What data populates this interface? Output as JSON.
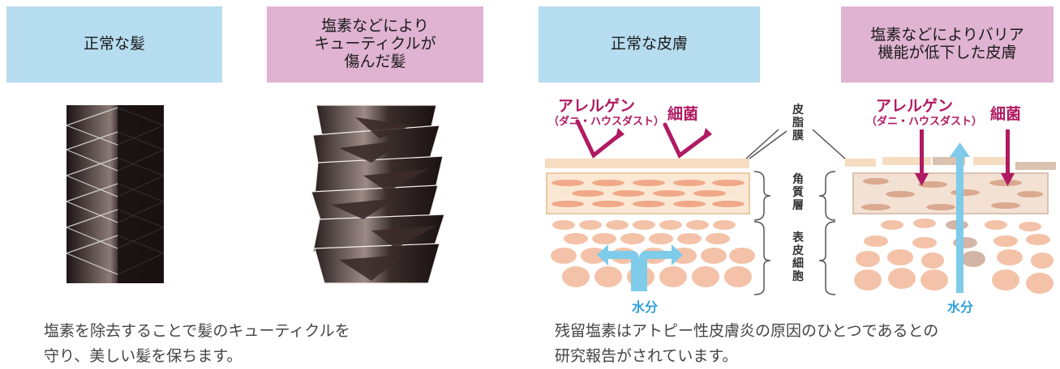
{
  "panels": [
    {
      "label": "正常な髪",
      "color": "#b6dcef"
    },
    {
      "label": "塩素などにより\nキューティクルが\n傷んだ髪",
      "color": "#dfb3d1"
    },
    {
      "label": "正常な皮膚",
      "color": "#b6dcef"
    },
    {
      "label": "塩素などによりバリア\n機能が低下した皮膚",
      "color": "#dfb3d1"
    }
  ],
  "skin_labels": {
    "allergen": "アレルゲン",
    "allergen_sub": "（ダニ・ハウスダスト）",
    "bacteria": "細菌",
    "sebum": "皮\n脂\n膜",
    "stratum": "角\n質\n層",
    "epidermis": "表\n皮\n細\n胞",
    "water": "水分"
  },
  "captions": {
    "hair": "塩素を除去することで髪のキューティクルを\n守り、美しい髪を保ちます。",
    "skin": "残留塩素はアトピー性皮膚炎の原因のひとつであるとの\n研究報告がされています。"
  },
  "colors": {
    "allergen_text": "#b01a62",
    "water_arrow": "#7fcbea",
    "cell": "#f3b99a",
    "sebum": "#f6dcc0"
  }
}
